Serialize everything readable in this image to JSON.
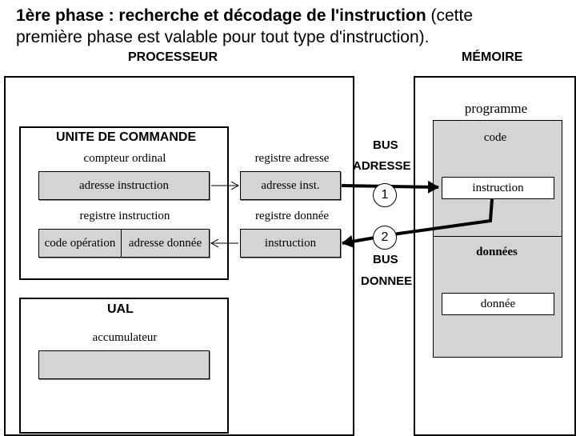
{
  "title": {
    "line1_bold": "1ère phase : recherche et décodage de l'instruction",
    "line1_rest": " (cette",
    "line2": "première phase est valable pour tout type d'instruction)."
  },
  "processor": {
    "label": "PROCESSEUR",
    "control_unit": {
      "label": "UNITE DE COMMANDE",
      "program_counter": {
        "label": "compteur ordinal",
        "value": "adresse instruction"
      },
      "instruction_register": {
        "label": "registre instruction",
        "opcode": "code opération",
        "data_address": "adresse donnée"
      },
      "address_register": {
        "label": "registre adresse",
        "value": "adresse inst."
      },
      "data_register": {
        "label": "registre donnée",
        "value": "instruction"
      }
    },
    "alu": {
      "label": "UAL",
      "accumulator": {
        "label": "accumulateur",
        "value": ""
      }
    }
  },
  "buses": {
    "address_bus": "BUS ADRESSE",
    "address_bus_line1": "BUS",
    "address_bus_line2": "ADRESSE",
    "data_bus_line1": "BUS",
    "data_bus_line2": "DONNEE",
    "step1": "1",
    "step2": "2"
  },
  "memory": {
    "label": "MÉMOIRE",
    "program": {
      "label": "programme",
      "code": {
        "label": "code",
        "instruction": "instruction"
      },
      "data": {
        "label": "données",
        "item": "donnée"
      }
    }
  }
}
